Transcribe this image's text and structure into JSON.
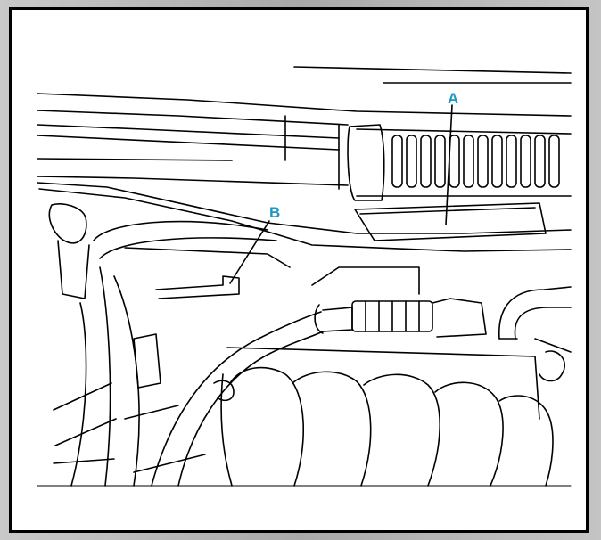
{
  "figure": {
    "callouts": [
      {
        "id": "A",
        "label": "A"
      },
      {
        "id": "B",
        "label": "B"
      }
    ],
    "colors": {
      "callout": "#1f97c6",
      "line": "#000000",
      "background": "#ffffff",
      "border": "#000000"
    }
  }
}
